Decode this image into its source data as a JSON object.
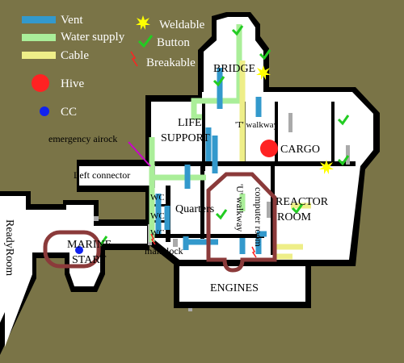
{
  "legend": {
    "vent": "Vent",
    "water_supply": "Water supply",
    "cable": "Cable",
    "hive": "Hive",
    "cc": "CC",
    "weldable": "Weldable",
    "button": "Button",
    "breakable": "Breakable"
  },
  "rooms": {
    "bridge": "BRIDGE",
    "life_support_1": "LIFE",
    "life_support_2": "SUPPORT",
    "t_walkway": "'T' walkway",
    "cargo": "CARGO",
    "emergency_airlock": "emergency airock",
    "left_connector": "Left connector",
    "wc_1": "WC",
    "wc_2": "WC",
    "wc_3": "WC",
    "quarters": "Quarters",
    "u_walkway": "'U' walkway",
    "computer_room": "computer room",
    "reactor_1": "REACTOR",
    "reactor_2": "ROOM",
    "ready_room": "ReadyRoom",
    "marine_start_1": "MARINE",
    "marine_start_2": "START",
    "main_lock": "main lock",
    "engines": "ENGINES"
  },
  "colors": {
    "background": "#7a7447",
    "vent": "#3399cc",
    "water_supply": "#aaee99",
    "cable": "#eeee88",
    "hive": "#ff2222",
    "cc": "#1122ee",
    "weldable": "#ffff00",
    "button": "#22cc22",
    "breakable": "#ff2222",
    "outline": "#8b3a3a"
  }
}
